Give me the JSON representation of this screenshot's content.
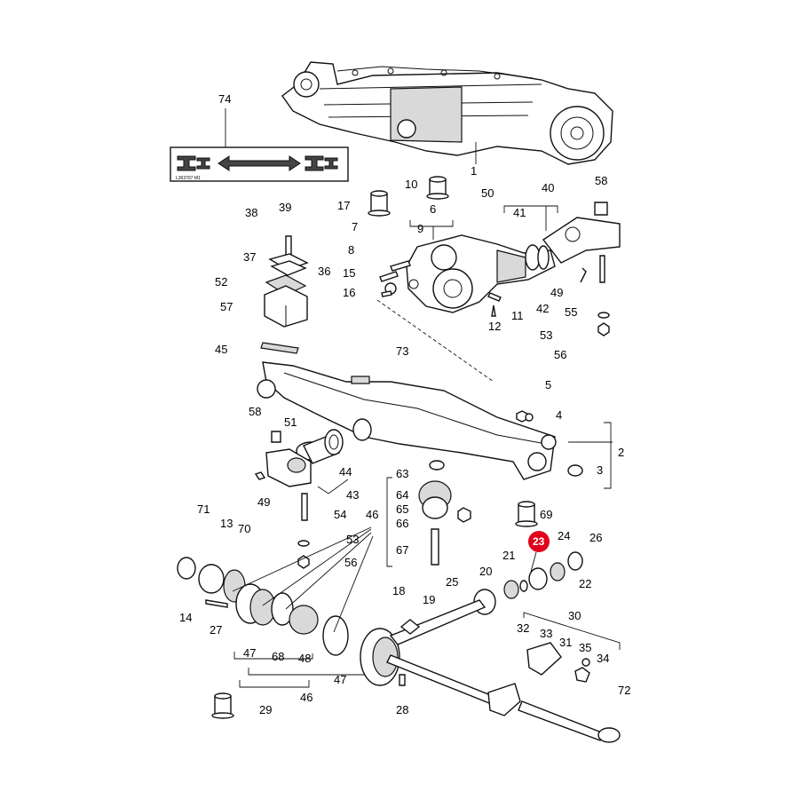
{
  "diagram": {
    "decal_code": "L363797 M1",
    "highlighted_callout": "23",
    "callouts": [
      "1",
      "2",
      "3",
      "4",
      "5",
      "6",
      "7",
      "8",
      "9",
      "10",
      "11",
      "12",
      "13",
      "14",
      "15",
      "16",
      "17",
      "18",
      "19",
      "20",
      "21",
      "22",
      "24",
      "25",
      "26",
      "27",
      "28",
      "29",
      "30",
      "31",
      "32",
      "33",
      "34",
      "35",
      "36",
      "37",
      "38",
      "39",
      "40",
      "41",
      "42",
      "43",
      "44",
      "45",
      "46",
      "47",
      "48",
      "49",
      "50",
      "51",
      "52",
      "53",
      "54",
      "55",
      "56",
      "57",
      "58",
      "63",
      "64",
      "65",
      "66",
      "67",
      "68",
      "69",
      "70",
      "71",
      "72",
      "73",
      "74"
    ]
  }
}
